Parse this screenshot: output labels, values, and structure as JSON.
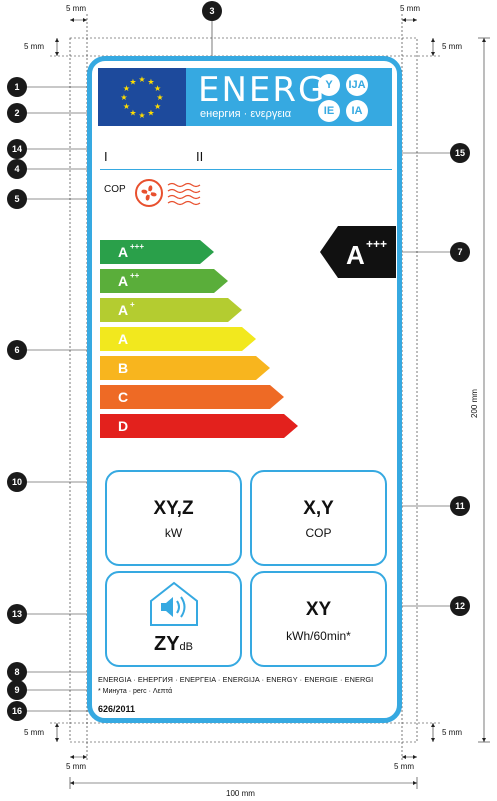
{
  "header": {
    "energ_word": "ENERG",
    "energ_sub": "енергия · ενεργεια",
    "lang_badges": [
      "Y",
      "IJA",
      "IE",
      "IA"
    ]
  },
  "section_marks": {
    "left": "I",
    "right": "II"
  },
  "cop_label": "COP",
  "scale": {
    "classes": [
      {
        "base": "A",
        "sup": "+++",
        "color": "#2aa04a"
      },
      {
        "base": "A",
        "sup": "++",
        "color": "#5aae3a"
      },
      {
        "base": "A",
        "sup": "+",
        "color": "#b4cc30"
      },
      {
        "base": "A",
        "sup": "",
        "color": "#f2e81e"
      },
      {
        "base": "B",
        "sup": "",
        "color": "#f8b51e"
      },
      {
        "base": "C",
        "sup": "",
        "color": "#ee6a25"
      },
      {
        "base": "D",
        "sup": "",
        "color": "#e3211d"
      }
    ]
  },
  "rating": {
    "base": "A",
    "sup": "+++"
  },
  "boxes": {
    "capacity": {
      "value": "XY,Z",
      "unit": "kW"
    },
    "cop": {
      "value": "X,Y",
      "unit": "COP"
    },
    "noise": {
      "value": "ZY",
      "unit": "dB"
    },
    "consumption": {
      "value": "XY",
      "unit": "kWh/60min*"
    }
  },
  "footer": {
    "languages": "ENERGIA · ЕНЕРГИЯ · ΕΝΕΡΓΕΙΑ · ENERGIJA · ENERGY · ENERGIE · ENERGI",
    "note": "* Минута · perc · Λεπτά",
    "regulation": "626/2011"
  },
  "callouts": [
    "1",
    "2",
    "3",
    "4",
    "5",
    "6",
    "7",
    "8",
    "9",
    "10",
    "11",
    "12",
    "13",
    "14",
    "15",
    "16"
  ],
  "dimensions": {
    "margin": "5 mm",
    "height": "200 mm",
    "width": "100 mm"
  },
  "colors": {
    "frame": "#36a9e1",
    "eu_blue": "#1d4a9c",
    "star": "#ffdd00"
  },
  "icons": [
    "eu-flag-icon",
    "fan-icon",
    "heat-waves-icon",
    "speaker-house-icon"
  ]
}
